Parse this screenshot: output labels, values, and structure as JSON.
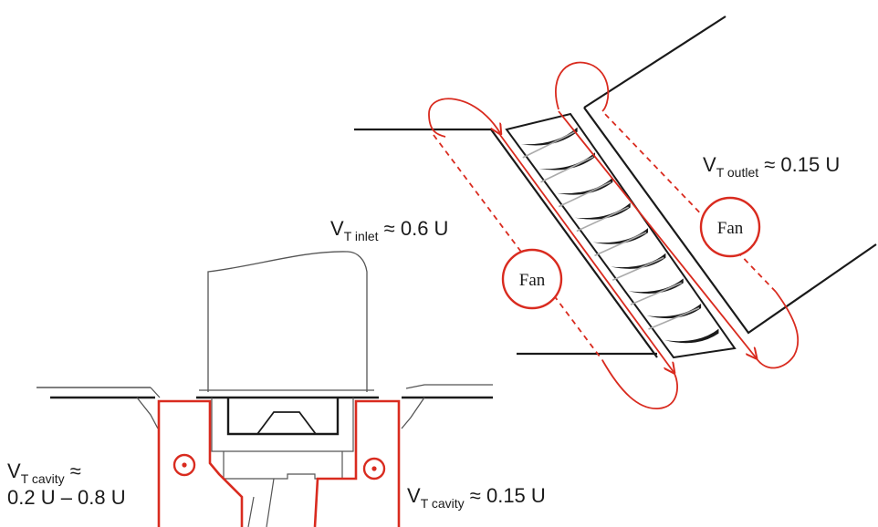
{
  "colors": {
    "flow": "#d92b1f",
    "outline": "#1a1a1a",
    "thin": "#555555",
    "blade_link": "#aaaaaa"
  },
  "labels": {
    "inlet": {
      "v": "V",
      "sub": "T inlet",
      "rest": " ≈ 0.6 U"
    },
    "outlet": {
      "v": "V",
      "sub": "T outlet",
      "rest": " ≈ 0.15 U"
    },
    "cavity_left": {
      "v": "V",
      "sub": "T cavity",
      "rest": " ≈",
      "line2": "0.2 U – 0.8 U"
    },
    "cavity_right": {
      "v": "V",
      "sub": "T cavity",
      "rest": " ≈ 0.15 U"
    },
    "fan_inlet": "Fan",
    "fan_outlet": "Fan"
  },
  "icons": {
    "vortex_markers": "circled-dot-icon"
  }
}
